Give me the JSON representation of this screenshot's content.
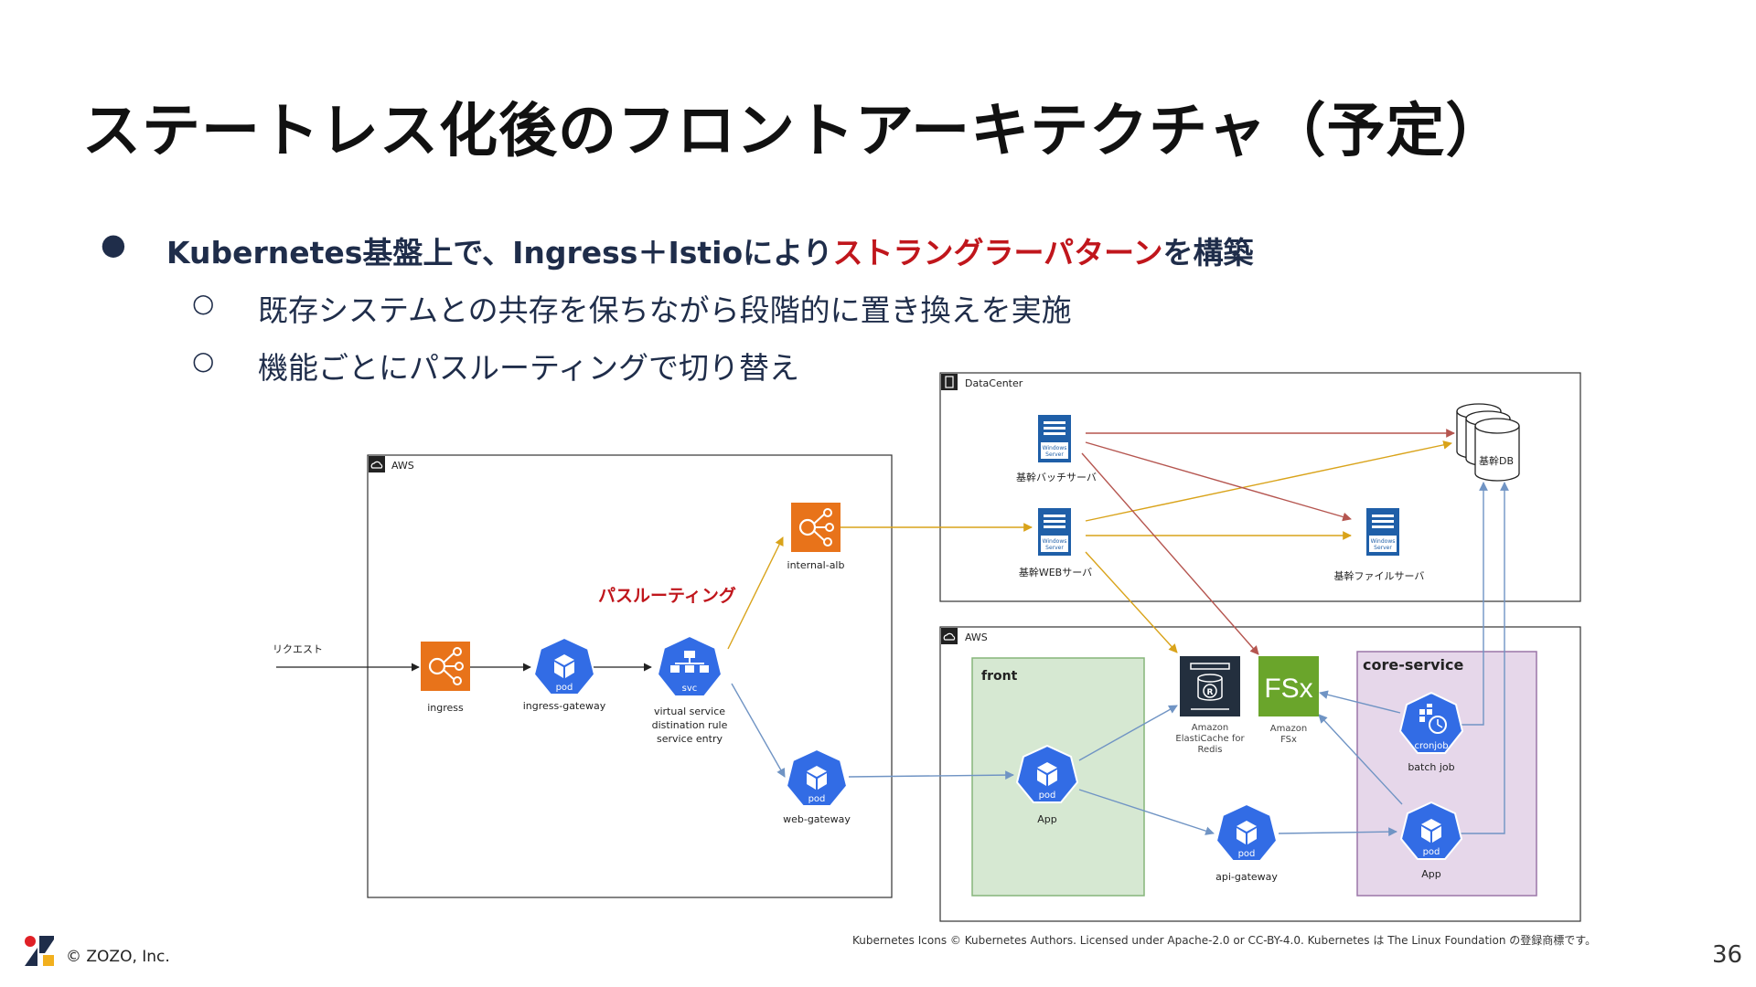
{
  "slide": {
    "title": "ステートレス化後のフロントアーキテクチャ（予定）",
    "page_number": "36",
    "copyright": "© ZOZO, Inc.",
    "credit": "Kubernetes Icons © Kubernetes Authors. Licensed under Apache-2.0 or CC-BY-4.0. Kubernetes は The Linux Foundation の登録商標です。"
  },
  "bullets": {
    "main": {
      "prefix": "Kubernetes基盤上で、Ingress＋Istioにより",
      "highlight": "ストラングラーパターン",
      "suffix": "を構築"
    },
    "sub": [
      "既存システムとの共存を保ちながら段階的に置き換えを実施",
      "機能ごとにパスルーティングで切り替え"
    ]
  },
  "diagram": {
    "aws_left_label": "AWS",
    "datacenter_label": "DataCenter",
    "aws_right_label": "AWS",
    "request_label": "リクエスト",
    "path_routing_label": "パスルーティング",
    "front_label": "front",
    "core_service_label": "core-service",
    "pod_badge": "pod",
    "svc_badge": "svc",
    "cronjob_badge": "cronjob",
    "server_badge_line1": "Windows",
    "server_badge_line2": "Server",
    "fsx_badge": "FSx",
    "nodes": {
      "ingress": "ingress",
      "ingress_gateway": "ingress-gateway",
      "vs_line1": "virtual service",
      "vs_line2": "distination rule",
      "vs_line3": "service entry",
      "internal_alb": "internal-alb",
      "web_gateway": "web-gateway",
      "batch_server": "基幹バッチサーバ",
      "web_server": "基幹WEBサーバ",
      "file_server": "基幹ファイルサーバ",
      "db": "基幹DB",
      "elasticache_line1": "Amazon",
      "elasticache_line2": "ElastiCache for",
      "elasticache_line3": "Redis",
      "fsx_line1": "Amazon",
      "fsx_line2": "FSx",
      "front_app": "App",
      "api_gateway": "api-gateway",
      "batch_job": "batch job",
      "core_app": "App"
    },
    "colors": {
      "aws_orange": "#e8731a",
      "k8s_blue": "#326ce5",
      "server_blue": "#1f5fa8",
      "arrow_black": "#222222",
      "arrow_blue": "#7094c4",
      "arrow_gold": "#d9a31a",
      "arrow_red": "#b5554f",
      "front_fill": "#d6e8d2",
      "front_stroke": "#86b57a",
      "core_fill": "#e6d7ea",
      "core_stroke": "#9b76a8",
      "fsx_green": "#6aa52b",
      "cache_dark": "#232f3e",
      "highlight_red": "#c0161c"
    }
  }
}
